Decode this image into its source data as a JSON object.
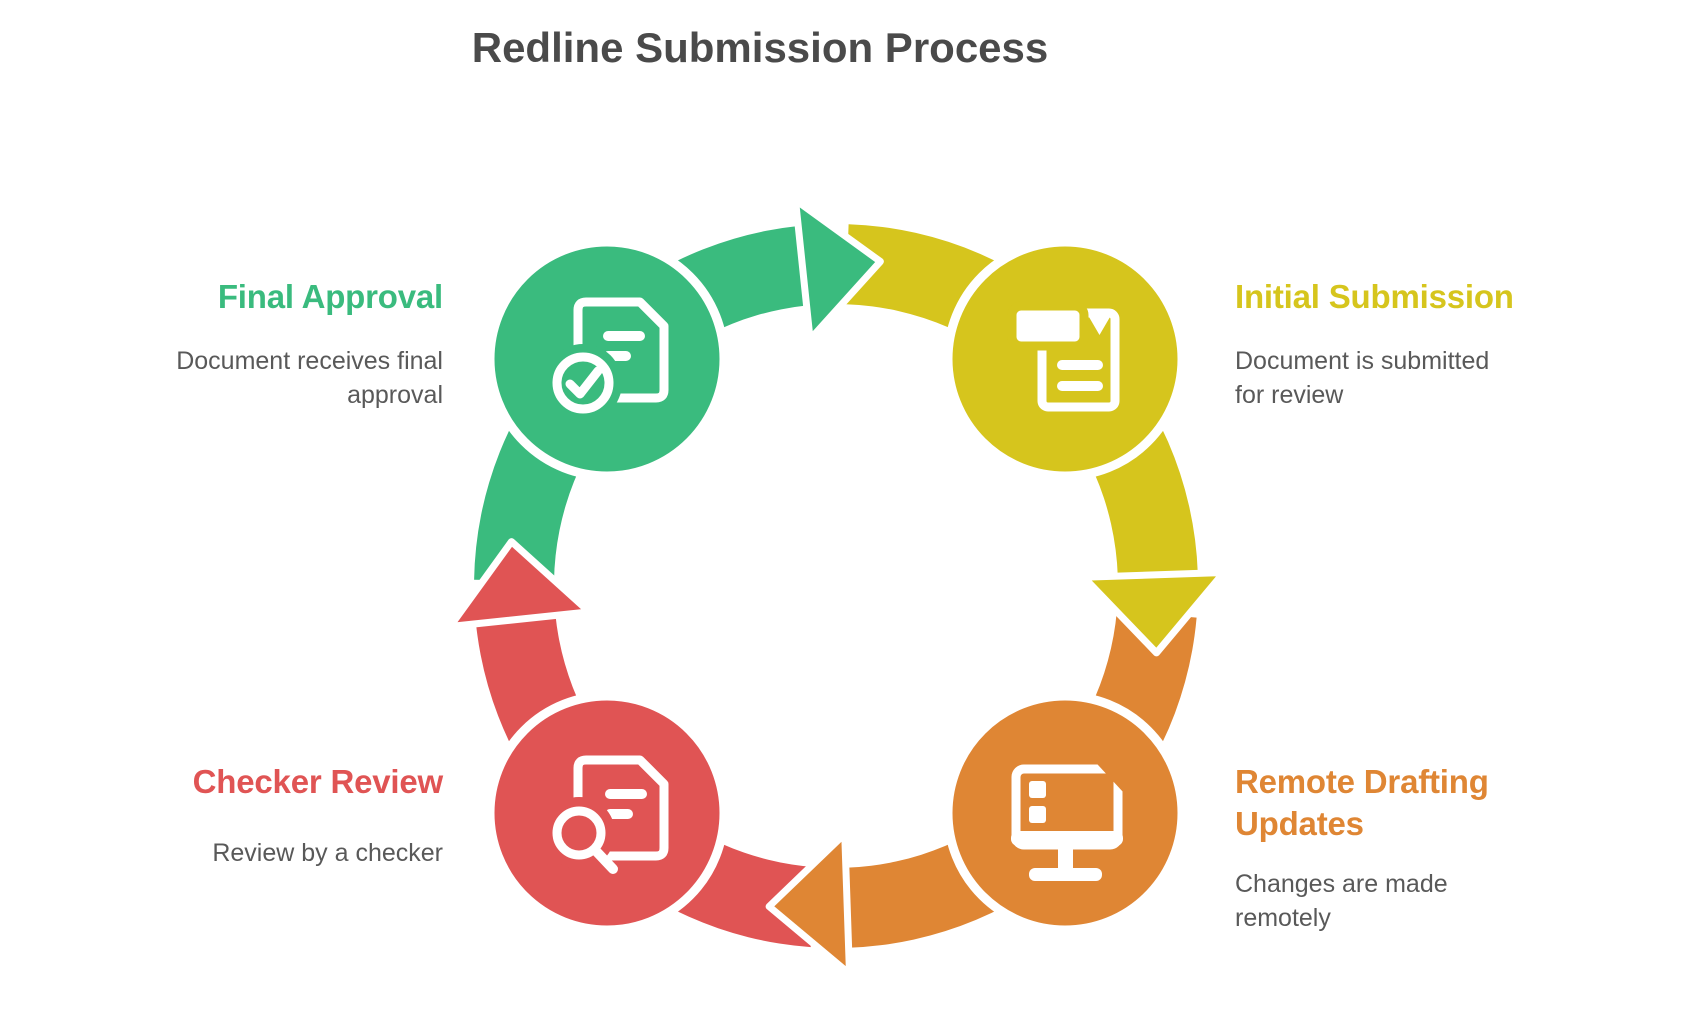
{
  "title": "Redline Submission Process",
  "colors": {
    "title_text": "#4a4a4a",
    "description_text": "#595959",
    "background": "#ffffff",
    "icon": "#ffffff"
  },
  "stages": [
    {
      "id": "initial-submission",
      "label": "Initial Submission",
      "description": "Document is submitted for review",
      "color": "#d6c51d",
      "icon": "document-submission-icon",
      "position": "top-right"
    },
    {
      "id": "remote-drafting-updates",
      "label": "Remote Drafting Updates",
      "description": "Changes are made remotely",
      "color": "#df8634",
      "icon": "monitor-icon",
      "position": "bottom-right"
    },
    {
      "id": "checker-review",
      "label": "Checker Review",
      "description": "Review by a checker",
      "color": "#e05454",
      "icon": "document-search-icon",
      "position": "bottom-left"
    },
    {
      "id": "final-approval",
      "label": "Final Approval",
      "description": "Document receives final approval",
      "color": "#3abb7e",
      "icon": "document-check-icon",
      "position": "top-left"
    }
  ],
  "arrows": [
    {
      "from": "final-approval",
      "to": "initial-submission",
      "color": "#3abb7e",
      "position": "top",
      "direction": "right"
    },
    {
      "from": "initial-submission",
      "to": "remote-drafting-updates",
      "color": "#d6c51d",
      "position": "right",
      "direction": "down"
    },
    {
      "from": "remote-drafting-updates",
      "to": "checker-review",
      "color": "#df8634",
      "position": "bottom",
      "direction": "left"
    },
    {
      "from": "checker-review",
      "to": "final-approval",
      "color": "#e05454",
      "position": "left",
      "direction": "up"
    }
  ],
  "flow": "clockwise"
}
